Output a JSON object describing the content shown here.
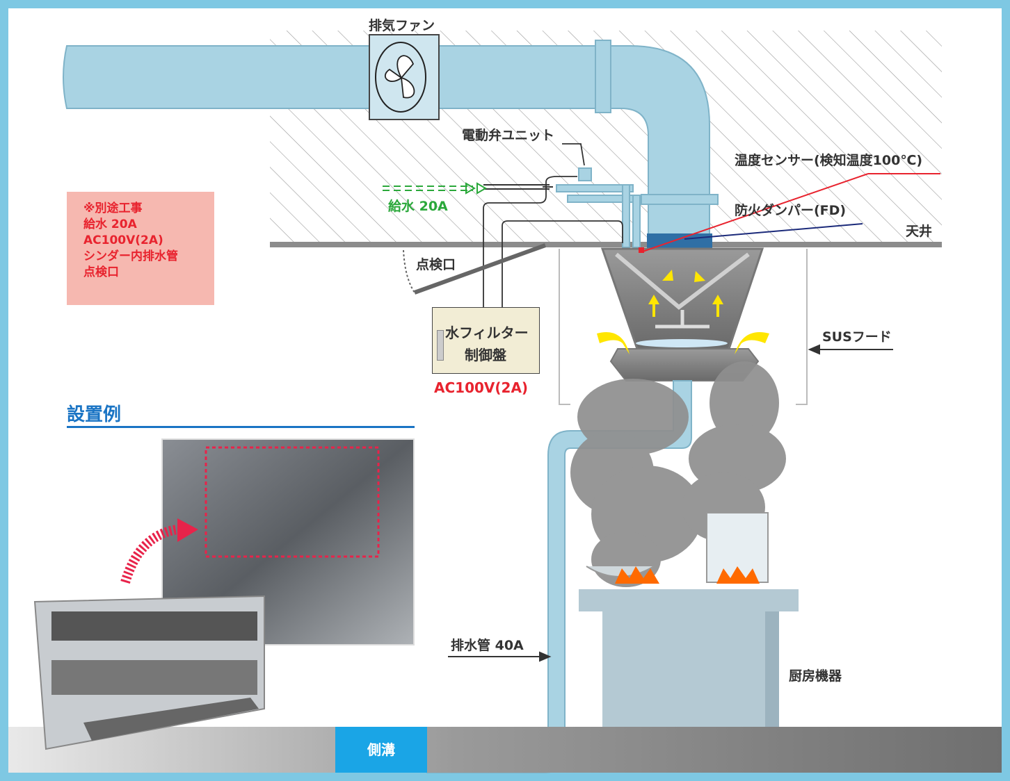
{
  "labels": {
    "exhaust_fan": "排気ファン",
    "valve_unit": "電動弁ユニット",
    "temp_sensor": "温度センサー(検知温度100℃)",
    "fire_damper": "防火ダンパー(FD)",
    "ceiling": "天井",
    "water_supply": "給水 20A",
    "inspection_port": "点検口",
    "control_line1": "水フィルター",
    "control_line2": "制御盤",
    "control_power": "AC100V(2A)",
    "sus_hood": "SUSフード",
    "drain_pipe": "排水管 40A",
    "kitchen_equipment": "厨房機器",
    "side_gutter": "側溝",
    "install_example": "設置例"
  },
  "note": {
    "lines": [
      "※別途工事",
      "給水 20A",
      "AC100V(2A)",
      "シンダー内排水管",
      "点検口"
    ]
  },
  "colors": {
    "background": "#7ec8e3",
    "panel": "#ffffff",
    "duct": "#a9d3e3",
    "note_bg": "#f6b8b0",
    "note_text": "#e8232e",
    "water_green": "#2aa83a",
    "sensor_red": "#e8232e",
    "damper_navy": "#1b2a7a",
    "accent_blue": "#1a74c4",
    "gutter_blue": "#1aa5e6",
    "smoke": "#8f8f8f",
    "arrow_yellow": "#ffe600"
  }
}
